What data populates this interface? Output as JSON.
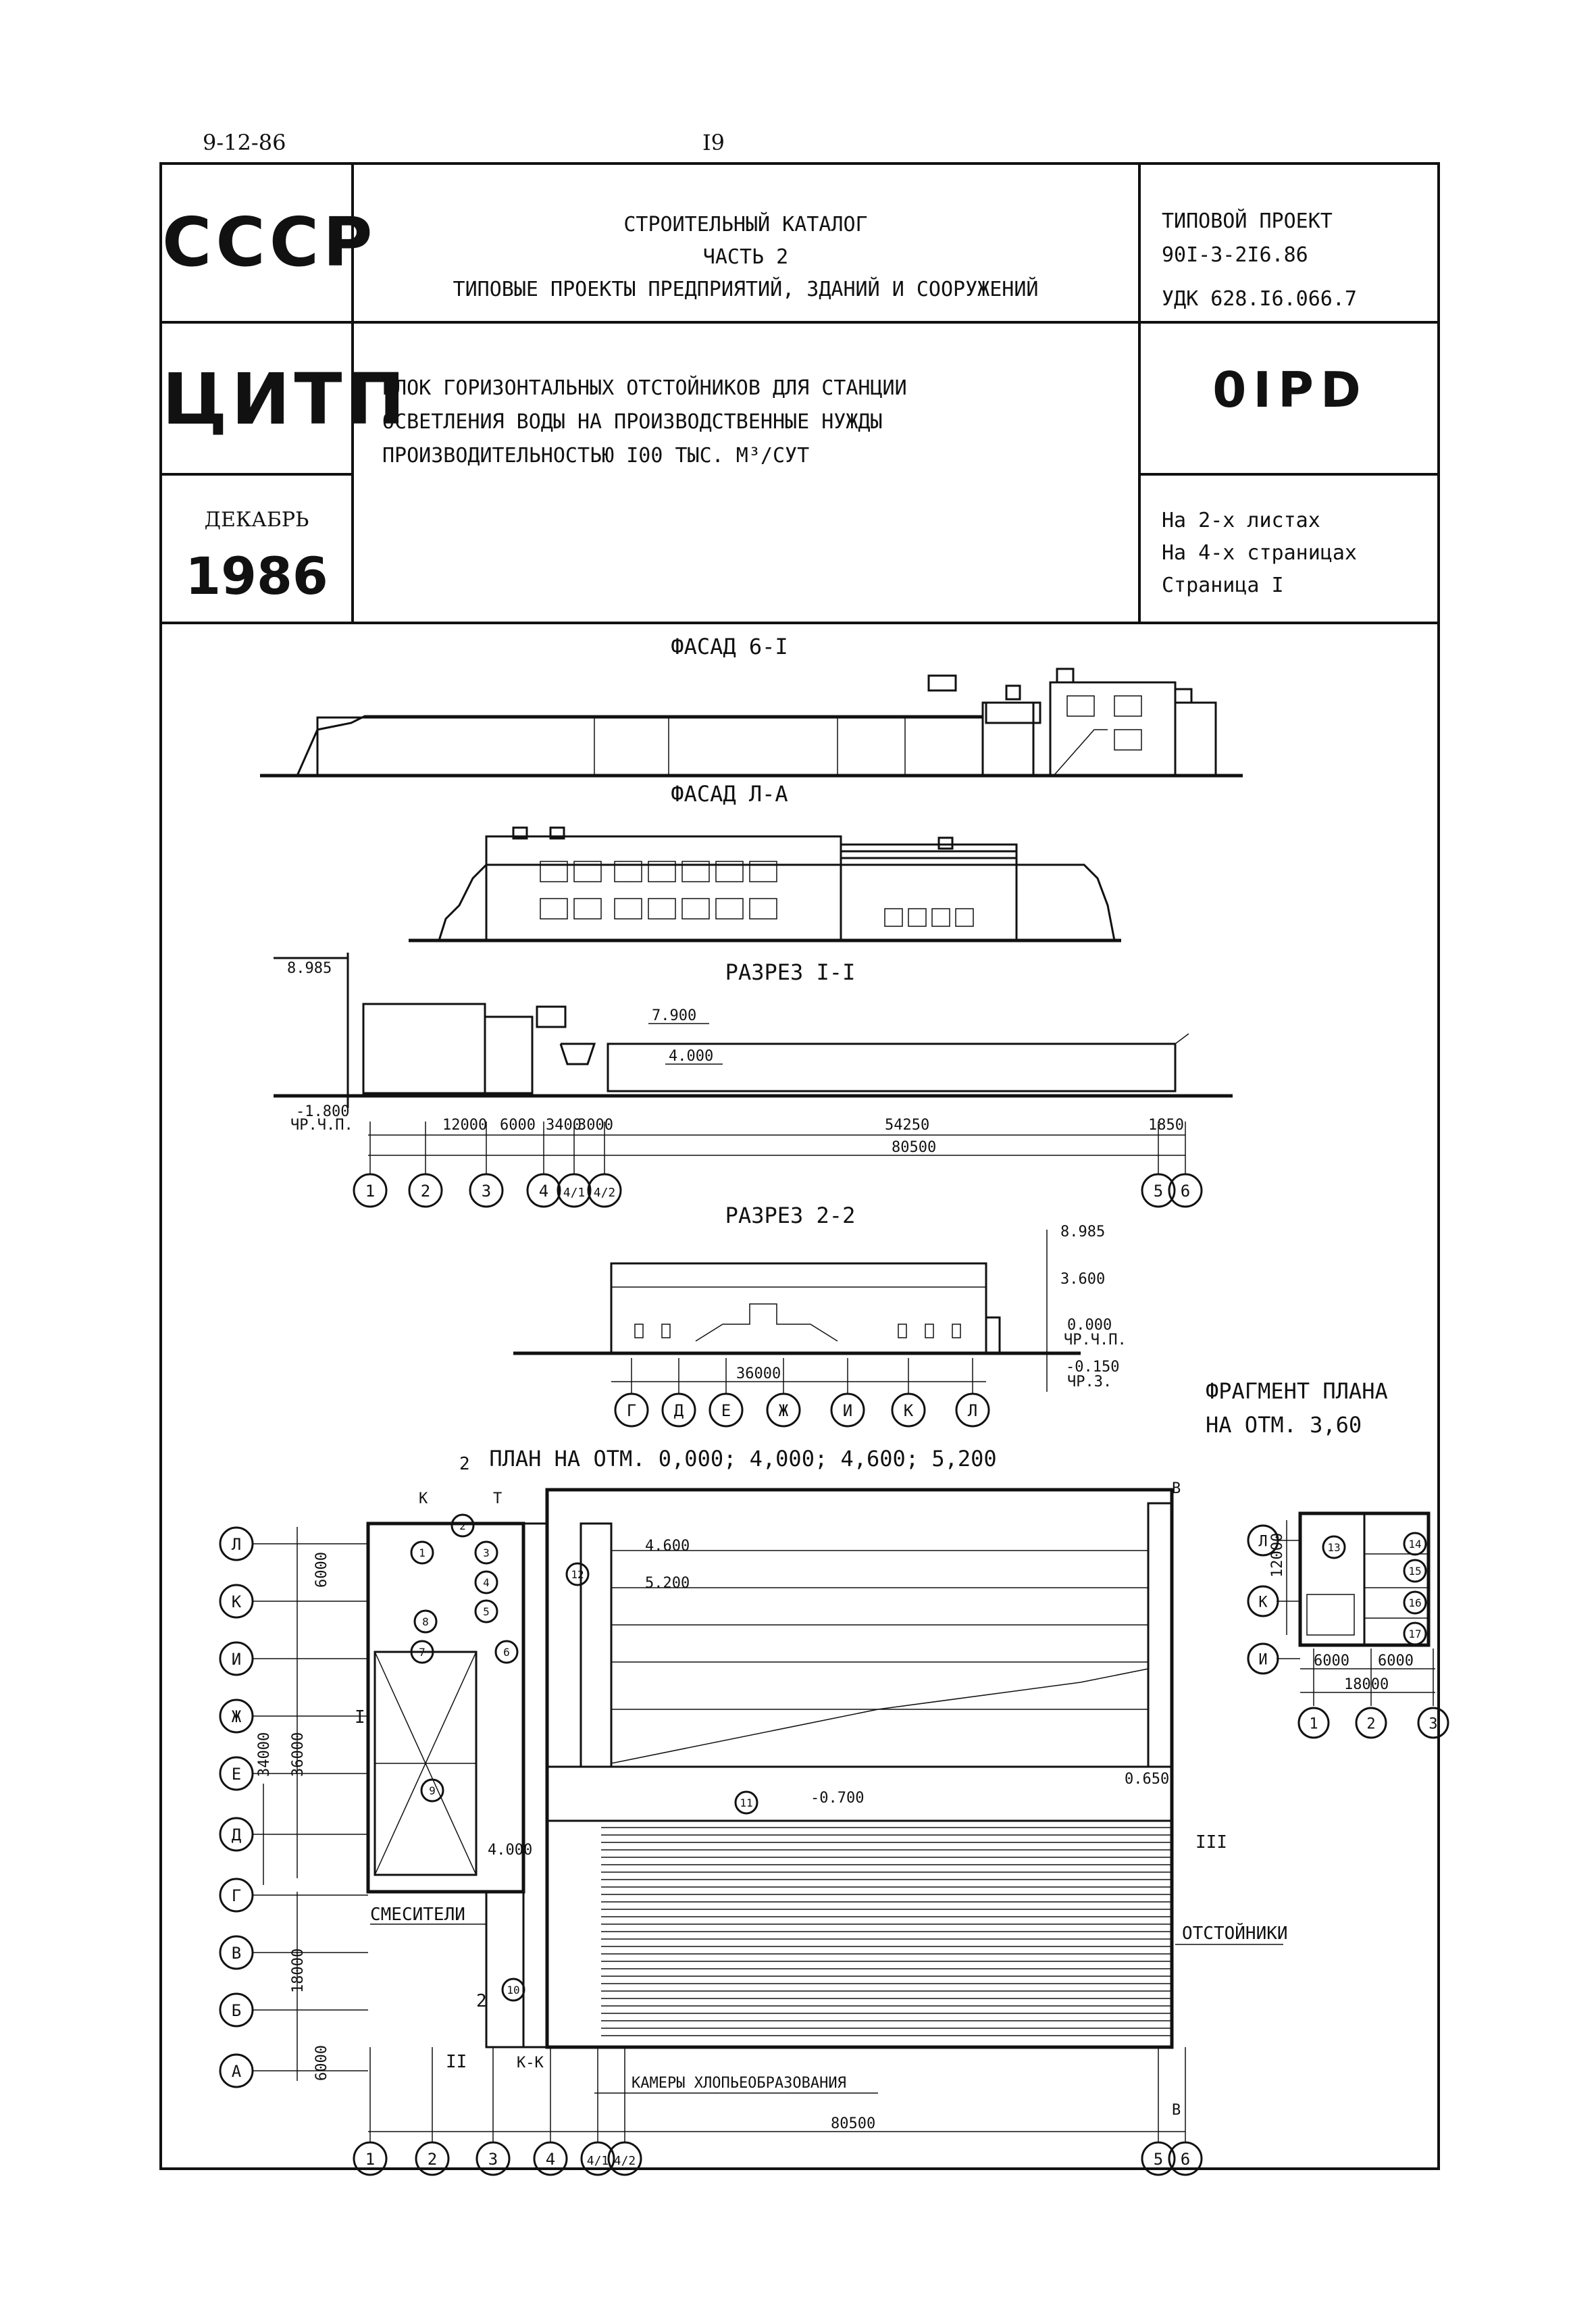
{
  "page": {
    "date": "9-12-86",
    "number": "I9"
  },
  "header": {
    "country": "СССР",
    "org": "ЦИТП",
    "month": "ДЕКАБРЬ",
    "year": "1986",
    "catalog_line1": "СТРОИТЕЛЬНЫЙ КАТАЛОГ",
    "catalog_line2": "ЧАСТЬ 2",
    "catalog_line3": "ТИПОВЫЕ ПРОЕКТЫ ПРЕДПРИЯТИЙ, ЗДАНИЙ И СООРУЖЕНИЙ",
    "project_label": "ТИПОВОЙ ПРОЕКТ",
    "project_number": "90I-3-2I6.86",
    "udk": "УДК 628.I6.066.7",
    "title_line1": "БЛОК ГОРИЗОНТАЛЬНЫХ ОТСТОЙНИКОВ ДЛЯ СТАНЦИИ",
    "title_line2": "ОСВЕТЛЕНИЯ ВОДЫ НА ПРОИЗВОДСТВЕННЫЕ НУЖДЫ",
    "title_line3": "ПРОИЗВОДИТЕЛЬНОСТЬЮ I00 ТЫС. М³/СУТ",
    "code": "0IPD",
    "sheets": "На 2-х листах",
    "pages": "На 4-х страницах",
    "page_label": "Страница I"
  },
  "drawing": {
    "facade1_title": "ФАСАД 6-I",
    "facade2_title": "ФАСАД Л-А",
    "section1_title": "РАЗРЕЗ I-I",
    "section2_title": "РАЗРЕЗ 2-2",
    "plan_title": "ПЛАН НА ОТМ. 0,000; 4,000; 4,600; 5,200",
    "fragment_title1": "ФРАГМЕНТ ПЛАНА",
    "fragment_title2": "НА ОТМ. 3,60",
    "s1": {
      "elev_top": "8.985",
      "elev_7900": "7.900",
      "elev_4000": "4.000",
      "elev_bottom": "-1.800",
      "level_label": "ЧР.Ч.П.",
      "d12000": "12000",
      "d6000": "6000",
      "d3400": "3400",
      "d3000": "3000",
      "d54250": "54250",
      "d1850": "1850",
      "d80500": "80500",
      "axes": [
        "1",
        "2",
        "3",
        "4",
        "4/1",
        "4/2",
        "5",
        "6"
      ]
    },
    "s2": {
      "elev_8985": "8.985",
      "elev_3600": "3.600",
      "elev_000": "0.000",
      "lvl1": "ЧР.Ч.П.",
      "elev_neg": "-0.150",
      "lvl2": "ЧР.З.",
      "d36000": "36000",
      "axes": [
        "Г",
        "Д",
        "Е",
        "Ж",
        "И",
        "К",
        "Л"
      ]
    },
    "plan": {
      "rows": [
        "Л",
        "К",
        "И",
        "Ж",
        "Е",
        "Д",
        "Г",
        "В",
        "Б",
        "А"
      ],
      "cols": [
        "1",
        "2",
        "3",
        "4",
        "4/1",
        "4/2",
        "5",
        "6"
      ],
      "d6000a": "6000",
      "d36000": "36000",
      "d34000": "34000",
      "d18000": "18000",
      "d6000b": "6000",
      "d80500": "80500",
      "e4600": "4.600",
      "e5200": "5.200",
      "e0700": "-0.700",
      "e0650": "0.650",
      "e4000": "4.000",
      "lbl_mixers": "СМЕСИТЕЛИ",
      "lbl_settlers": "ОТСТОЙНИКИ",
      "lbl_chambers": "КАМЕРЫ    ХЛОПЬЕОБРАЗОВАНИЯ",
      "cut2": "2",
      "cutI": "I",
      "cutII": "II",
      "cutIII": "III",
      "room_nums": [
        "1",
        "2",
        "3",
        "4",
        "5",
        "6",
        "7",
        "8",
        "9",
        "10",
        "11",
        "12"
      ],
      "letter_k": "К",
      "letter_v": "В",
      "letter_t": "Т",
      "letter_kk": "К-К"
    },
    "fragment": {
      "rows": [
        "Л",
        "К",
        "И"
      ],
      "cols": [
        "1",
        "2",
        "3"
      ],
      "d12000": "12000",
      "d6000a": "6000",
      "d6000b": "6000",
      "d18000": "18000",
      "rooms": [
        "13",
        "14",
        "15",
        "16",
        "17"
      ]
    }
  }
}
